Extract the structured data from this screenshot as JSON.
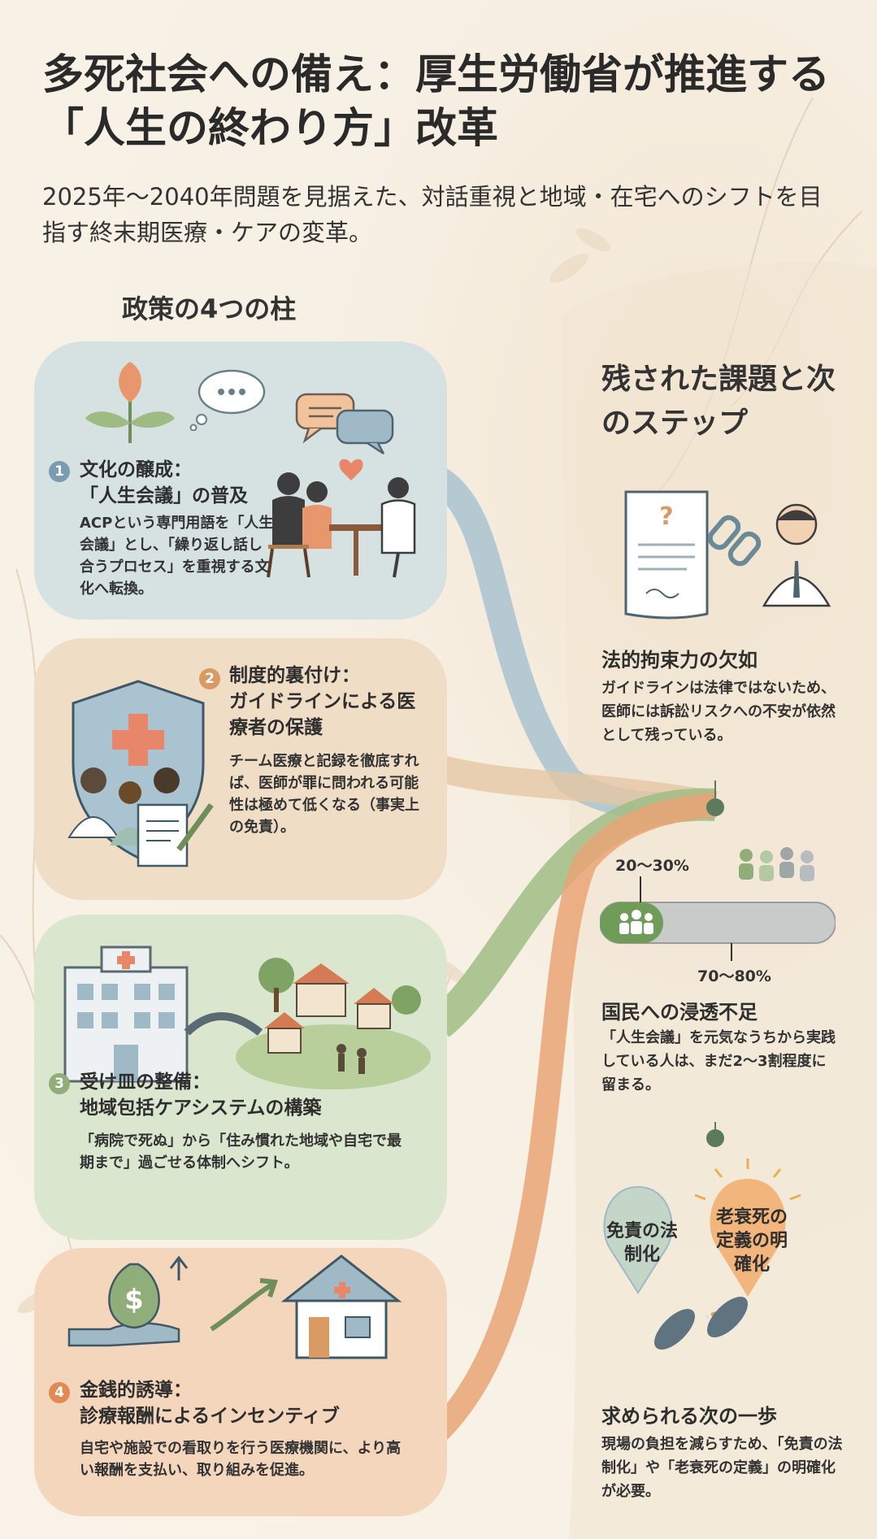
{
  "header": {
    "title": "多死社会への備え：厚生労働省が推進する「人生の終わり方」改革",
    "subtitle": "2025年〜2040年問題を見据えた、対話重視と地域・在宅へのシフトを目指す終末期医療・ケアの変革。"
  },
  "pillars": {
    "heading": "政策の4つの柱",
    "items": [
      {
        "num": "1",
        "title_line1": "文化の醸成：",
        "title_line2": "「人生会議」の普及",
        "body": "ACPという専門用語を「人生会議」とし、「繰り返し話し合うプロセス」を重視する文化へ転換。",
        "color": "#7a9bb0"
      },
      {
        "num": "2",
        "title_line1": "制度的裏付け：",
        "title_line2": "ガイドラインによる医療者の保護",
        "body": "チーム医療と記録を徹底すれば、医師が罪に問われる可能性は極めて低くなる（事実上の免責）。",
        "color": "#d99a63"
      },
      {
        "num": "3",
        "title_line1": "受け皿の整備：",
        "title_line2": "地域包括ケアシステムの構築",
        "body": "「病院で死ぬ」から「住み慣れた地域や自宅で最期まで」過ごせる体制へシフト。",
        "color": "#8fae7a"
      },
      {
        "num": "4",
        "title_line1": "金銭的誘導：",
        "title_line2": "診療報酬によるインセンティブ",
        "body": "自宅や施設での看取りを行う医療機関に、より高い報酬を支払い、取り組みを促進。",
        "color": "#e08a55"
      }
    ]
  },
  "challenges": {
    "heading": "残された課題と次のステップ",
    "legal": {
      "title": "法的拘束力の欠如",
      "body": "ガイドラインは法律ではないため、医師には訴訟リスクへの不安が依然として残っている。"
    },
    "awareness": {
      "title": "国民への浸透不足",
      "body": "「人生会議」を元気なうちから実践している人は、まだ2〜3割程度に留まる。",
      "pct_low": "20〜30%",
      "pct_high": "70〜80%",
      "practicing_share": 0.27
    },
    "next": {
      "title": "求められる次の一歩",
      "body": "現場の負担を減らすため、「免責の法制化」や「老衰死の定義」の明確化が必要。",
      "bubble1": "免責の法制化",
      "bubble2": "老衰死の定義の明確化"
    }
  }
}
